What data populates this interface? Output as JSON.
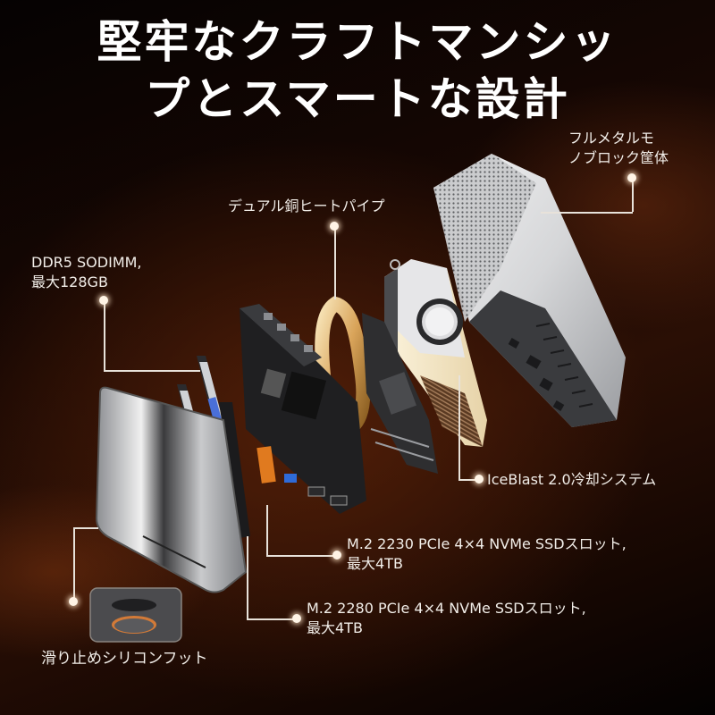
{
  "heading": {
    "line1": "堅牢なクラフトマンシッ",
    "line2": "プとスマートな設計"
  },
  "callouts": {
    "chassis": {
      "line1": "フルメタルモ",
      "line2": "ノブロック筐体"
    },
    "heatpipe": {
      "line1": "デュアル銅ヒートパイプ"
    },
    "memory": {
      "line1": "DDR5 SODIMM,",
      "line2": "最大128GB"
    },
    "cooling": {
      "line1": "IceBlast 2.0冷却システム"
    },
    "ssd2230": {
      "line1": "M.2 2230 PCIe 4×4 NVMe SSDスロット,",
      "line2": "最大4TB"
    },
    "ssd2280": {
      "line1": "M.2 2280 PCIe 4×4 NVMe SSDスロット,",
      "line2": "最大4TB"
    },
    "feet": {
      "line1": "滑り止めシリコンフット"
    }
  },
  "colors": {
    "background_dark": "#050202",
    "background_warm": "#2a0f05",
    "accent_copper": "#d9a45a",
    "accent_orange": "#e07a1f",
    "ram_blue": "#4a6fd8",
    "chassis_silver": "#e8e8ea"
  }
}
